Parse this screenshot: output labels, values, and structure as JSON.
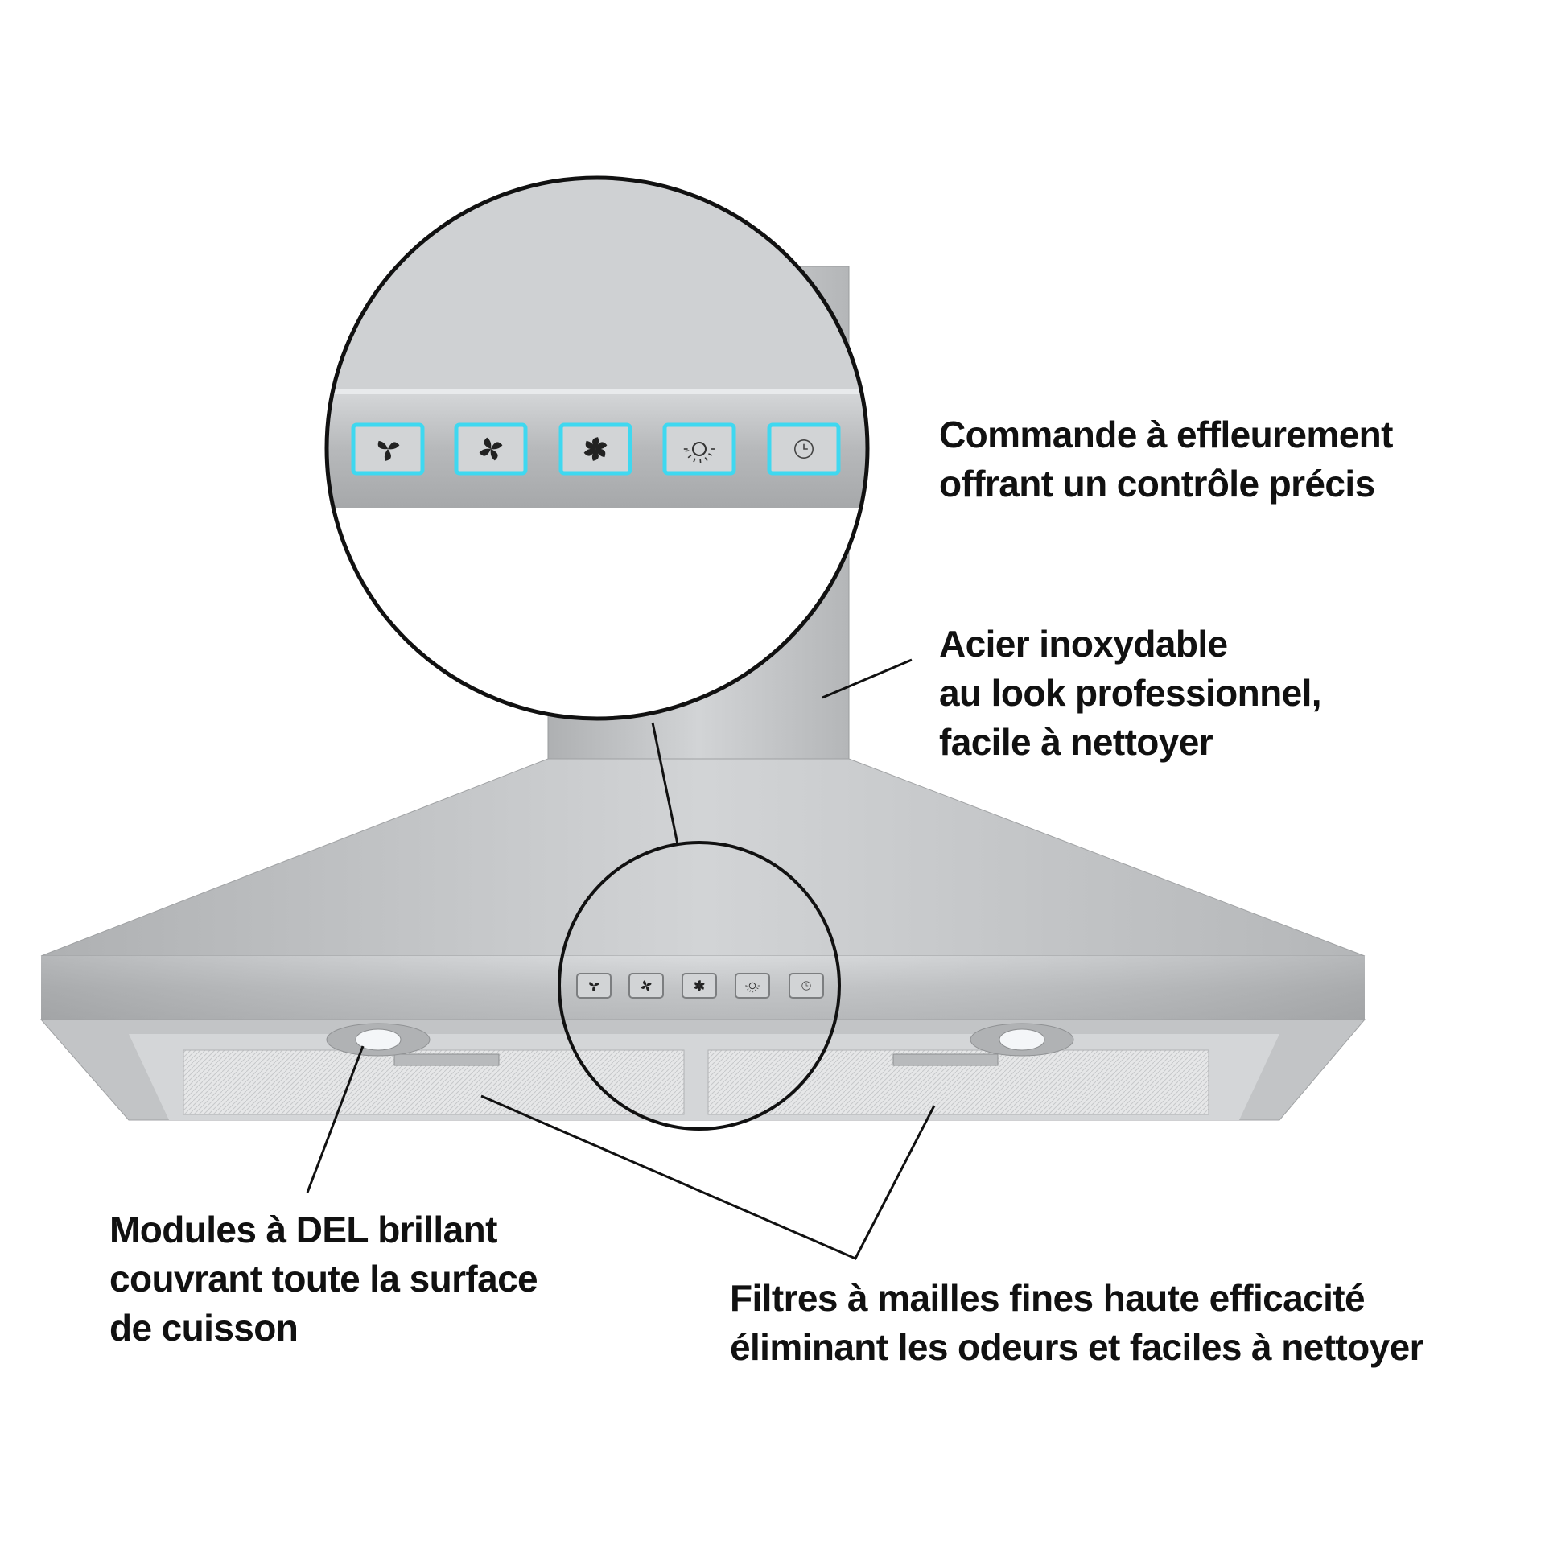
{
  "callouts": {
    "touch_control": {
      "lines": [
        "Commande à effleurement",
        "offrant un contrôle précis"
      ]
    },
    "stainless_steel": {
      "lines": [
        "Acier inoxydable",
        "au look professionnel,",
        "facile à nettoyer"
      ]
    },
    "led_modules": {
      "lines": [
        "Modules à DEL brillant",
        "couvrant toute la surface",
        "de cuisson"
      ]
    },
    "filters": {
      "lines": [
        "Filtres à mailles fines haute efficacité",
        "éliminant les odeurs et faciles à nettoyer"
      ]
    }
  },
  "control_panel": {
    "buttons": [
      "fan-low-icon",
      "fan-medium-icon",
      "fan-high-icon",
      "light-icon",
      "timer-icon"
    ],
    "glow_color": "#3fd8f0"
  },
  "colors": {
    "steel": "#c4c6c8",
    "steel_dark": "#9a9c9e",
    "line": "#111111"
  }
}
